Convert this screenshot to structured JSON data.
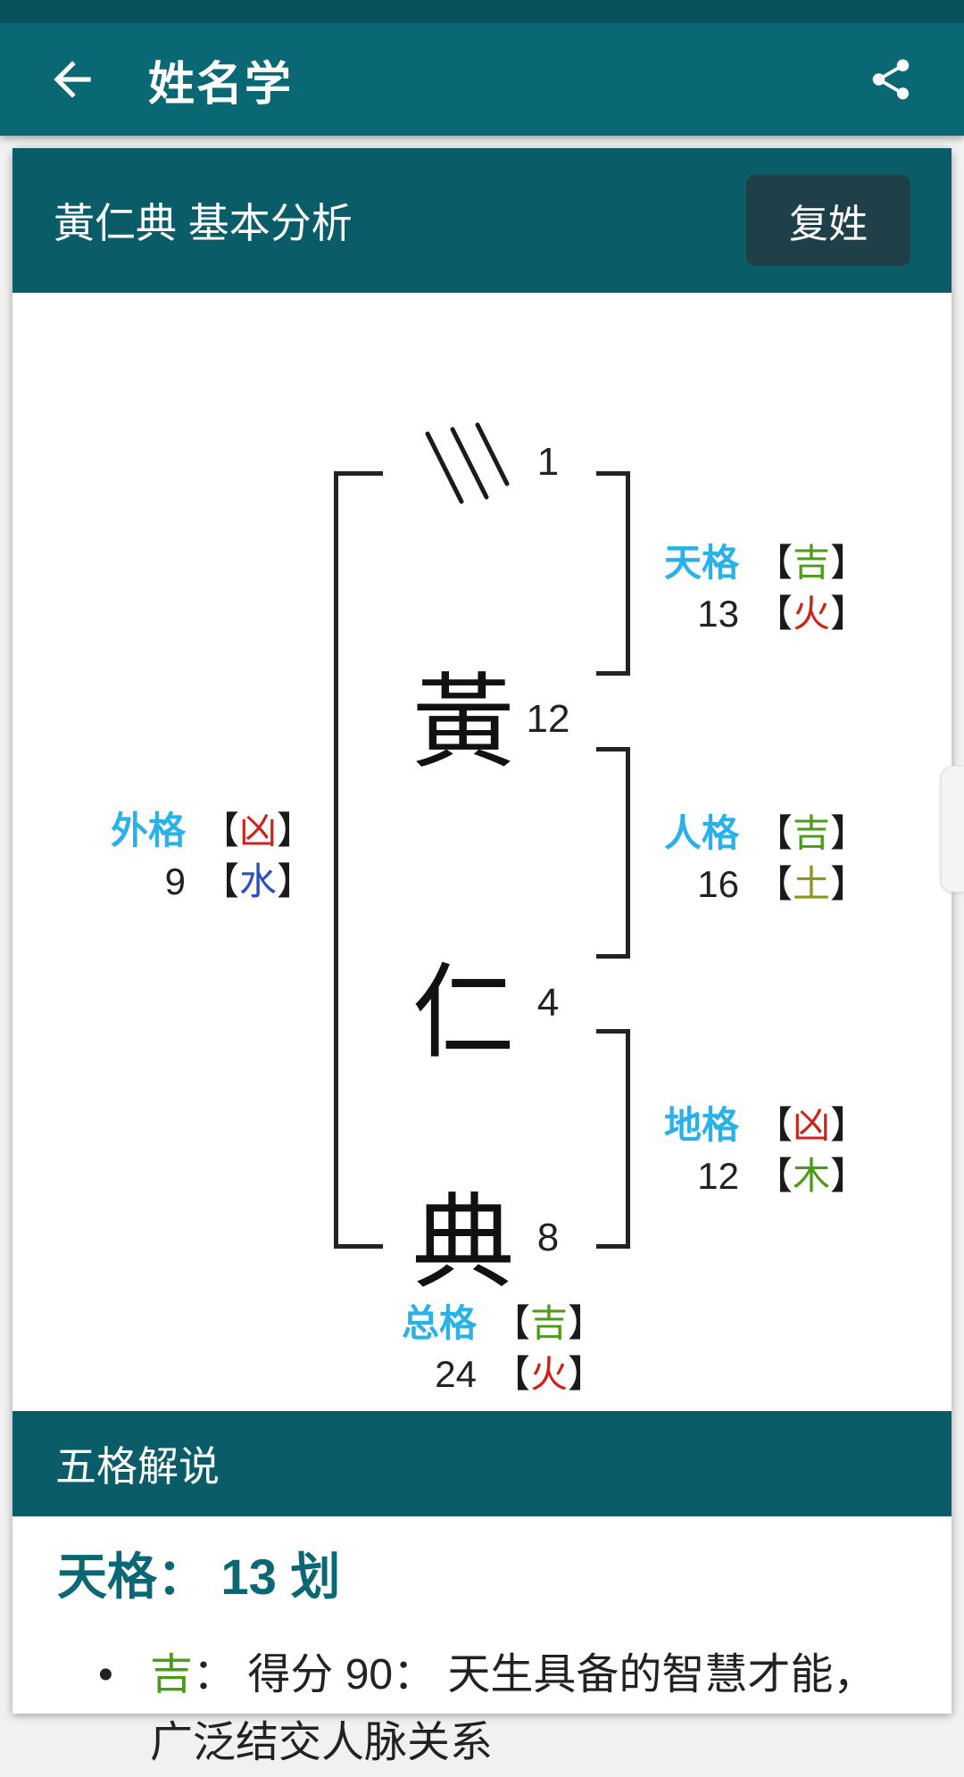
{
  "app_bar": {
    "title": "姓名学",
    "back_glyph": "←"
  },
  "card": {
    "header": {
      "title": "黃仁典 基本分析",
      "button_label": "复姓"
    },
    "diagram": {
      "virtual_stroke_count": "1",
      "characters": [
        {
          "char": "黃",
          "strokes": "12"
        },
        {
          "char": "仁",
          "strokes": "4"
        },
        {
          "char": "典",
          "strokes": "8"
        }
      ],
      "grids": {
        "tian": {
          "label": "天格",
          "luck": "吉",
          "luck_color": "#4a9b17",
          "count": "13",
          "element": "火",
          "element_color": "#cf2218"
        },
        "ren": {
          "label": "人格",
          "luck": "吉",
          "luck_color": "#4a9b17",
          "count": "16",
          "element": "土",
          "element_color": "#8d961d"
        },
        "di": {
          "label": "地格",
          "luck": "凶",
          "luck_color": "#cf2218",
          "count": "12",
          "element": "木",
          "element_color": "#4a9b17"
        },
        "wai": {
          "label": "外格",
          "luck": "凶",
          "luck_color": "#cf2218",
          "count": "9",
          "element": "水",
          "element_color": "#2a4fc0"
        },
        "zong": {
          "label": "总格",
          "luck": "吉",
          "luck_color": "#4a9b17",
          "count": "24",
          "element": "火",
          "element_color": "#cf2218"
        }
      }
    },
    "section_header": "五格解说",
    "explanation": {
      "heading": "天格： 13 划",
      "bullets": [
        {
          "luck": "吉",
          "luck_color": "#4a9b17",
          "text": "： 得分 90： 天生具备的智慧才能，广泛结交人脉关系"
        }
      ]
    }
  },
  "punct": {
    "lb": "【",
    "rb": "】",
    "bullet": "•"
  },
  "colors": {
    "app_bar": "#0a6874",
    "section_header_bg": "#0a5d68",
    "grid_label": "#29b2e8",
    "heading": "#0a6874",
    "luck_good": "#4a9b17",
    "luck_bad": "#cf2218"
  }
}
